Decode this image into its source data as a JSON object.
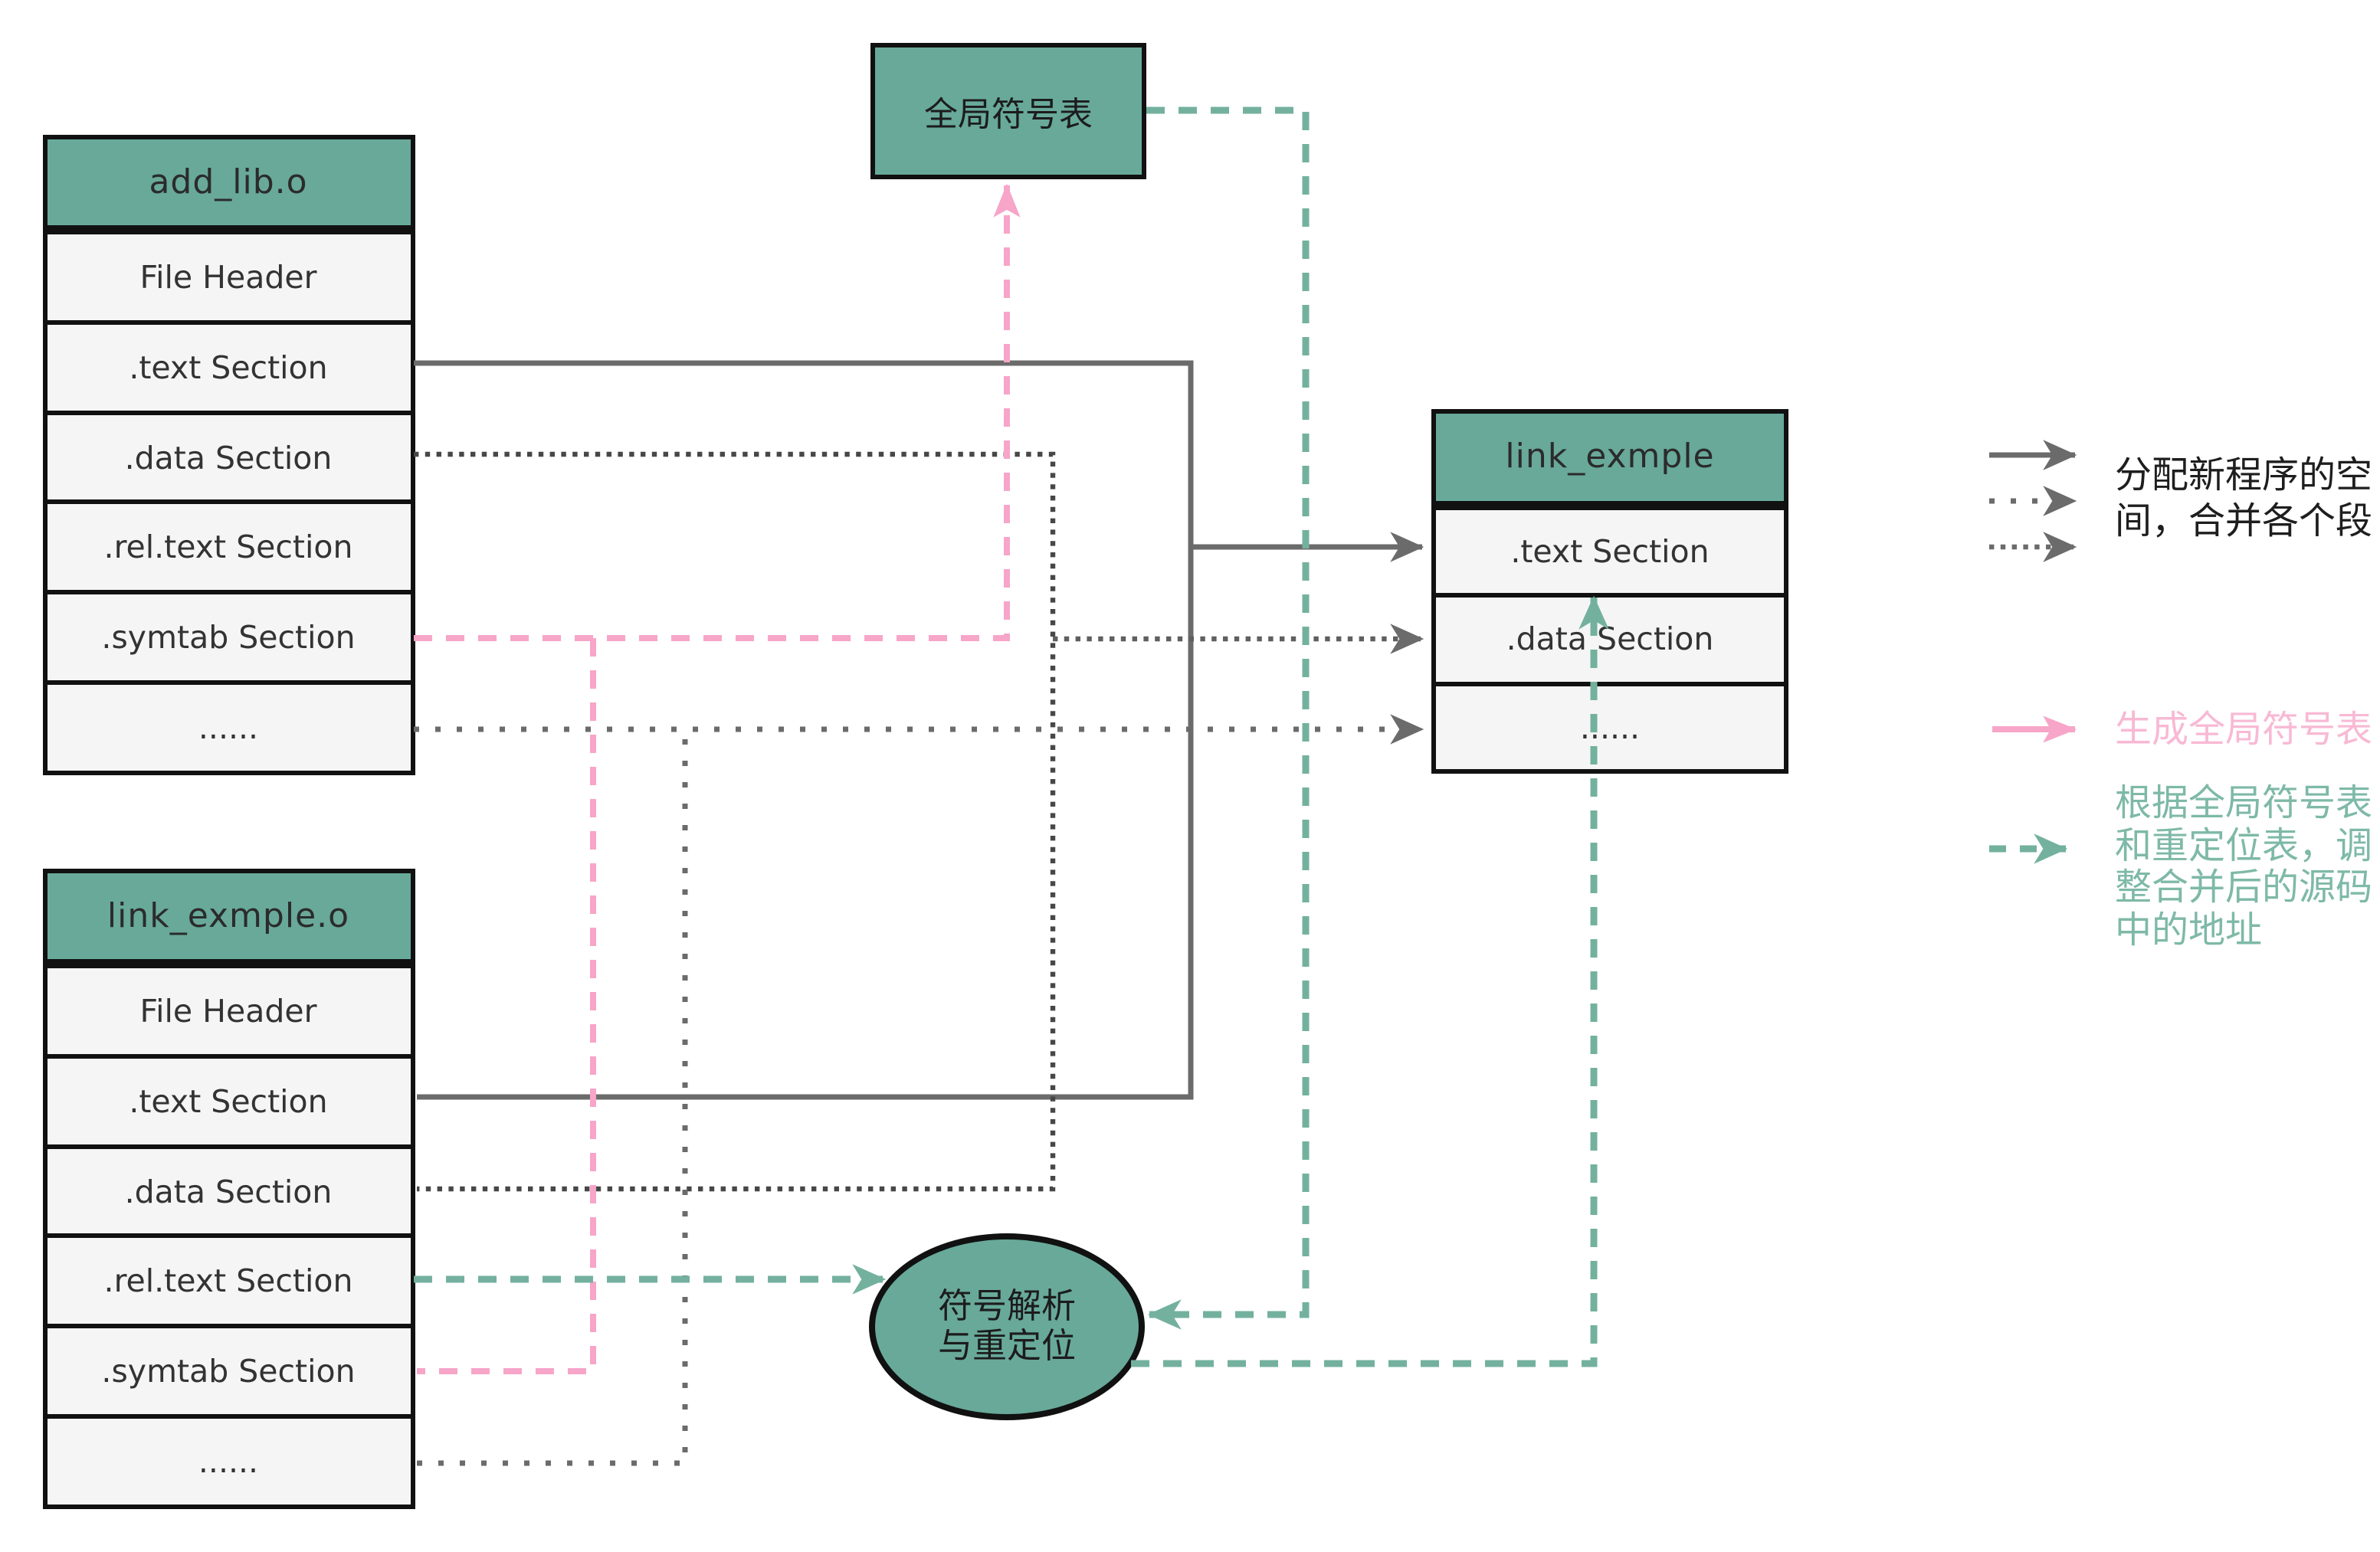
{
  "boxes": {
    "add_lib": {
      "title": "add_lib.o",
      "rows": [
        "File Header",
        ".text Section",
        ".data Section",
        ".rel.text Section",
        ".symtab Section",
        "......"
      ]
    },
    "link_exmple_o": {
      "title": "link_exmple.o",
      "rows": [
        "File Header",
        ".text Section",
        ".data Section",
        ".rel.text Section",
        ".symtab Section",
        "......"
      ]
    },
    "link_exmple": {
      "title": "link_exmple",
      "rows": [
        ".text Section",
        ".data Section",
        "......"
      ]
    },
    "global_symbol_table": {
      "label": "全局符号表"
    },
    "resolve_node": {
      "line1": "符号解析",
      "line2": "与重定位"
    }
  },
  "legend": {
    "merge_label": "分配新程序的空间，合并各个段",
    "pink_label": "生成全局符号表",
    "green_label": "根据全局符号表和重定位表，调整合并后的源码中的地址"
  },
  "colors": {
    "teal_fill": "#68a99a",
    "row_fill": "#f5f5f5",
    "border": "#111111",
    "gray_line": "#6b6b6b",
    "dark_dotted": "#474747",
    "pink_line": "#f7a5c9",
    "pink_text": "#f8b9d4",
    "green_line": "#73b19e",
    "green_text": "#7eb9a7"
  }
}
